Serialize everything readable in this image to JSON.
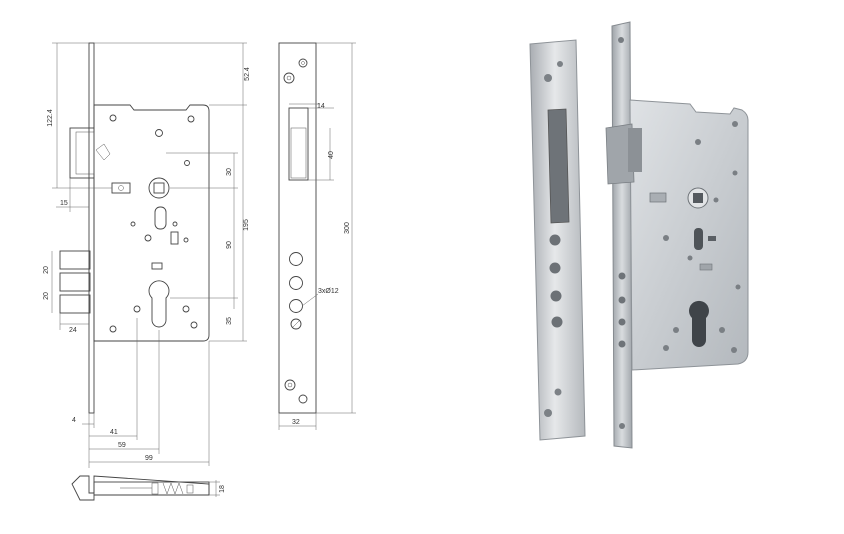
{
  "drawing": {
    "dimensions": {
      "d_122_4": "122.4",
      "d_52_4": "52.4",
      "d_14": "14",
      "d_40": "40",
      "d_30": "30",
      "d_195": "195",
      "d_300": "300",
      "d_90": "90",
      "d_15": "15",
      "d_20_a": "20",
      "d_20_b": "20",
      "d_24": "24",
      "d_35": "35",
      "d_3x12": "3xØ12",
      "d_4": "4",
      "d_41": "41",
      "d_59": "59",
      "d_99": "99",
      "d_32": "32",
      "d_18": "18"
    }
  },
  "photo": {
    "colors": {
      "steel": "#c8ccd0",
      "steel_dark": "#8e9398",
      "background": "#ffffff"
    }
  }
}
